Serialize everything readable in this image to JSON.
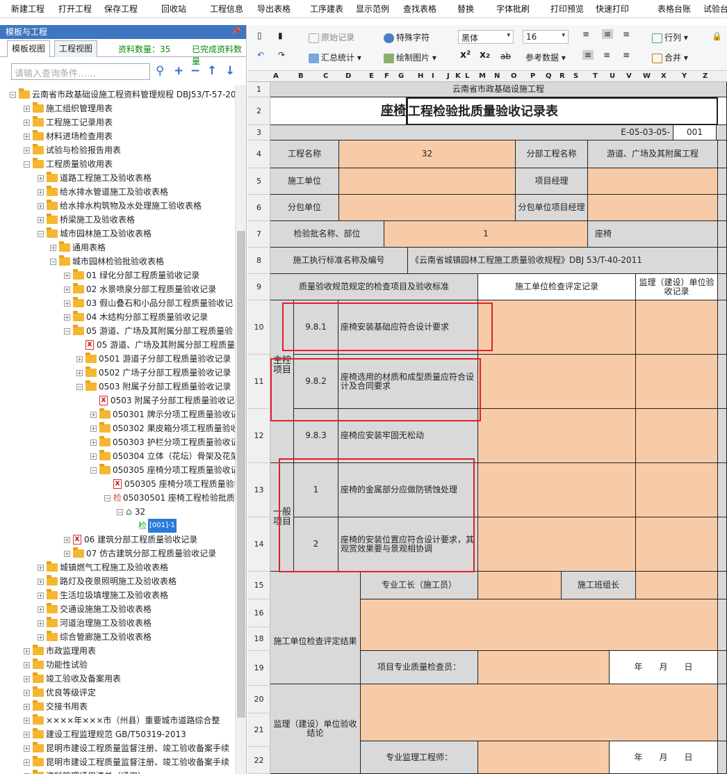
{
  "menu": [
    "新建工程",
    "打开工程",
    "保存工程",
    "回收站",
    "工程信息",
    "导出表格",
    "工序建表",
    "显示范例",
    "查找表格",
    "替换",
    "字体批刷",
    "打印预览",
    "快速打印",
    "表格台账",
    "试验台"
  ],
  "left_panel": {
    "title": "模板与工程",
    "pin": "ᵖ",
    "tabs": [
      "模板视图",
      "工程视图"
    ],
    "count_label": "资料数量：35",
    "done_label": "已完成资料数量",
    "search_placeholder": "请输入查询条件……"
  },
  "tree": [
    {
      "t": "云南省市政基础设施工程资料管理规程 DBJ53/T-57-20",
      "lvl": 0,
      "icon": "folder",
      "exp": "-"
    },
    {
      "t": "施工组织管理用表",
      "lvl": 1,
      "icon": "folder",
      "exp": "+"
    },
    {
      "t": "工程施工记录用表",
      "lvl": 1,
      "icon": "folder",
      "exp": "+"
    },
    {
      "t": "材料进场检查用表",
      "lvl": 1,
      "icon": "folder",
      "exp": "+"
    },
    {
      "t": "试验与检验报告用表",
      "lvl": 1,
      "icon": "folder",
      "exp": "+"
    },
    {
      "t": "工程质量验收用表",
      "lvl": 1,
      "icon": "folder",
      "exp": "-"
    },
    {
      "t": "道路工程施工及验收表格",
      "lvl": 2,
      "icon": "folder",
      "exp": "+"
    },
    {
      "t": "给水排水管道施工及验收表格",
      "lvl": 2,
      "icon": "folder",
      "exp": "+"
    },
    {
      "t": "给水排水构筑物及水处理施工验收表格",
      "lvl": 2,
      "icon": "folder",
      "exp": "+"
    },
    {
      "t": "桥梁施工及验收表格",
      "lvl": 2,
      "icon": "folder",
      "exp": "+"
    },
    {
      "t": "城市园林施工及验收表格",
      "lvl": 2,
      "icon": "folder",
      "exp": "-"
    },
    {
      "t": "通用表格",
      "lvl": 3,
      "icon": "folder",
      "exp": "+"
    },
    {
      "t": "城市园林检验批验收表格",
      "lvl": 3,
      "icon": "folder",
      "exp": "-"
    },
    {
      "t": "01 绿化分部工程质量验收记录",
      "lvl": 4,
      "icon": "folder",
      "exp": "+"
    },
    {
      "t": "02 水景喷泉分部工程质量验收记录",
      "lvl": 4,
      "icon": "folder",
      "exp": "+"
    },
    {
      "t": "03 假山叠石和小品分部工程质量验收记",
      "lvl": 4,
      "icon": "folder",
      "exp": "+"
    },
    {
      "t": "04 木结构分部工程质量验收记录",
      "lvl": 4,
      "icon": "folder",
      "exp": "+"
    },
    {
      "t": "05 游道、广场及其附属分部工程质量验",
      "lvl": 4,
      "icon": "folder",
      "exp": "-"
    },
    {
      "t": "05 游道、广场及其附属分部工程质量",
      "lvl": 5,
      "icon": "xfile",
      "exp": ""
    },
    {
      "t": "0501 游道子分部工程质量验收记录",
      "lvl": 5,
      "icon": "folder",
      "exp": "+"
    },
    {
      "t": "0502 广场子分部工程质量验收记录",
      "lvl": 5,
      "icon": "folder",
      "exp": "+"
    },
    {
      "t": "0503 附属子分部工程质量验收记录",
      "lvl": 5,
      "icon": "folder",
      "exp": "-"
    },
    {
      "t": "0503 附属子分部工程质量验收记",
      "lvl": 6,
      "icon": "xfile",
      "exp": ""
    },
    {
      "t": "050301 牌示分项工程质量验收记",
      "lvl": 6,
      "icon": "folder",
      "exp": "+"
    },
    {
      "t": "050302 果皮箱分项工程质量验收",
      "lvl": 6,
      "icon": "folder",
      "exp": "+"
    },
    {
      "t": "050303 护栏分项工程质量验收记",
      "lvl": 6,
      "icon": "folder",
      "exp": "+"
    },
    {
      "t": "050304 立体（花坛）骨架及花架",
      "lvl": 6,
      "icon": "folder",
      "exp": "+"
    },
    {
      "t": "050305 座椅分项工程质量验收记",
      "lvl": 6,
      "icon": "folder",
      "exp": "-"
    },
    {
      "t": "050305 座椅分项工程质量验收",
      "lvl": 7,
      "icon": "xfile",
      "exp": ""
    },
    {
      "t": "05030501 座椅工程检验批质量",
      "lvl": 7,
      "icon": "jian",
      "exp": "-"
    },
    {
      "t": "32",
      "lvl": 8,
      "icon": "house",
      "exp": "-"
    },
    {
      "t": "[001]-1",
      "lvl": 9,
      "icon": "jian2",
      "exp": "",
      "sel": true
    },
    {
      "t": "06 建筑分部工程质量验收记录",
      "lvl": 4,
      "icon": "xfile",
      "exp": "+"
    },
    {
      "t": "07 仿古建筑分部工程质量验收记录",
      "lvl": 4,
      "icon": "folder",
      "exp": "+"
    },
    {
      "t": "城镇燃气工程施工及验收表格",
      "lvl": 2,
      "icon": "folder",
      "exp": "+"
    },
    {
      "t": "路灯及夜景照明施工及验收表格",
      "lvl": 2,
      "icon": "folder",
      "exp": "+"
    },
    {
      "t": "生活垃圾填埋施工及验收表格",
      "lvl": 2,
      "icon": "folder",
      "exp": "+"
    },
    {
      "t": "交通设施施工及验收表格",
      "lvl": 2,
      "icon": "folder",
      "exp": "+"
    },
    {
      "t": "河道治理施工及验收表格",
      "lvl": 2,
      "icon": "folder",
      "exp": "+"
    },
    {
      "t": "综合管廊施工及验收表格",
      "lvl": 2,
      "icon": "folder",
      "exp": "+"
    },
    {
      "t": "市政监理用表",
      "lvl": 1,
      "icon": "folder",
      "exp": "+"
    },
    {
      "t": "功能性试验",
      "lvl": 1,
      "icon": "folder",
      "exp": "+"
    },
    {
      "t": "竣工验收及备案用表",
      "lvl": 1,
      "icon": "folder",
      "exp": "+"
    },
    {
      "t": "优良等级评定",
      "lvl": 1,
      "icon": "folder",
      "exp": "+"
    },
    {
      "t": "交接书用表",
      "lvl": 1,
      "icon": "folder",
      "exp": "+"
    },
    {
      "t": "××××年×××市（州县）重要城市道路综合整",
      "lvl": 1,
      "icon": "folder",
      "exp": "+"
    },
    {
      "t": "建设工程监理规范 GB/T50319-2013",
      "lvl": 1,
      "icon": "folder",
      "exp": "+"
    },
    {
      "t": "昆明市建设工程质量监督注册、竣工验收备案手续",
      "lvl": 1,
      "icon": "folder",
      "exp": "+"
    },
    {
      "t": "昆明市建设工程质量监督注册、竣工验收备案手续",
      "lvl": 1,
      "icon": "folder",
      "exp": "+"
    },
    {
      "t": "资料管理通用清单（通用）",
      "lvl": 1,
      "icon": "folder",
      "exp": "+"
    }
  ],
  "toolbar": {
    "original_record": "原始记录",
    "special_char": "特殊字符",
    "font": "黑体",
    "size": "16",
    "row_col": "行列",
    "summary": "汇总统计",
    "draw_image": "绘制图片",
    "strike": "ab",
    "ref_data": "参考数据",
    "merge": "合并",
    "sup": "x²",
    "sub": "x₂"
  },
  "columns": [
    "A",
    "B",
    "C",
    "D",
    "E",
    "F",
    "G",
    "H",
    "I",
    "J",
    "K",
    "L",
    "M",
    "N",
    "O",
    "P",
    "Q",
    "R",
    "S",
    "T",
    "U",
    "V",
    "W",
    "X",
    "Y",
    "Z"
  ],
  "rows": [
    "1",
    "2",
    "3",
    "4",
    "5",
    "6",
    "7",
    "8",
    "9",
    "10",
    "11",
    "12",
    "13",
    "14",
    "15",
    "16",
    "18",
    "19",
    "20",
    "21",
    "22"
  ],
  "form": {
    "header": "云南省市政基础设施工程",
    "title_a": "座椅",
    "title_b": "工程检验批质量验收记录表",
    "code": "E-05-03-05-",
    "code_no": "001",
    "proj_name_lbl": "工程名称",
    "proj_name": "32",
    "sub_proj_lbl": "分部工程名称",
    "sub_proj": "游道、广场及其附属工程",
    "builder_lbl": "施工单位",
    "pm_lbl": "项目经理",
    "subcon_lbl": "分包单位",
    "subcon_pm_lbl": "分包单位项目经理",
    "batch_lbl": "检验批名称、部位",
    "batch_no": "1",
    "batch_name": "座椅",
    "std_lbl": "施工执行标准名称及编号",
    "std": "《云南省城镇园林工程施工质量验收规程》DBJ 53/T-40-2011",
    "spec_hdr": "质量验收规范规定的检查项目及验收标准",
    "check_hdr": "施工单位检查评定记录",
    "sup_hdr": "监理（建设）单位验收记录",
    "main_lbl": "主控项目",
    "general_lbl": "一般项目",
    "items": [
      {
        "no": "9.8.1",
        "text": "座椅安装基础应符合设计要求"
      },
      {
        "no": "9.8.2",
        "text": "座椅选用的材质和成型质量应符合设计及合同要求"
      },
      {
        "no": "9.8.3",
        "text": "座椅应安装牢固无松动"
      },
      {
        "no": "1",
        "text": "座椅的金属部分应做防锈蚀处理"
      },
      {
        "no": "2",
        "text": "座椅的安装位置应符合设计要求，其观赏效果要与景观相协调"
      }
    ],
    "foreman_lbl": "专业工长（施工员）",
    "team_lbl": "施工班组长",
    "result_lbl": "施工单位检查评定结果",
    "qc_lbl": "项目专业质量检查员：",
    "ymd": "年　　月　　日",
    "sup_result_lbl": "监理（建设）单位验收结论",
    "engineer_lbl": "专业监理工程师："
  }
}
